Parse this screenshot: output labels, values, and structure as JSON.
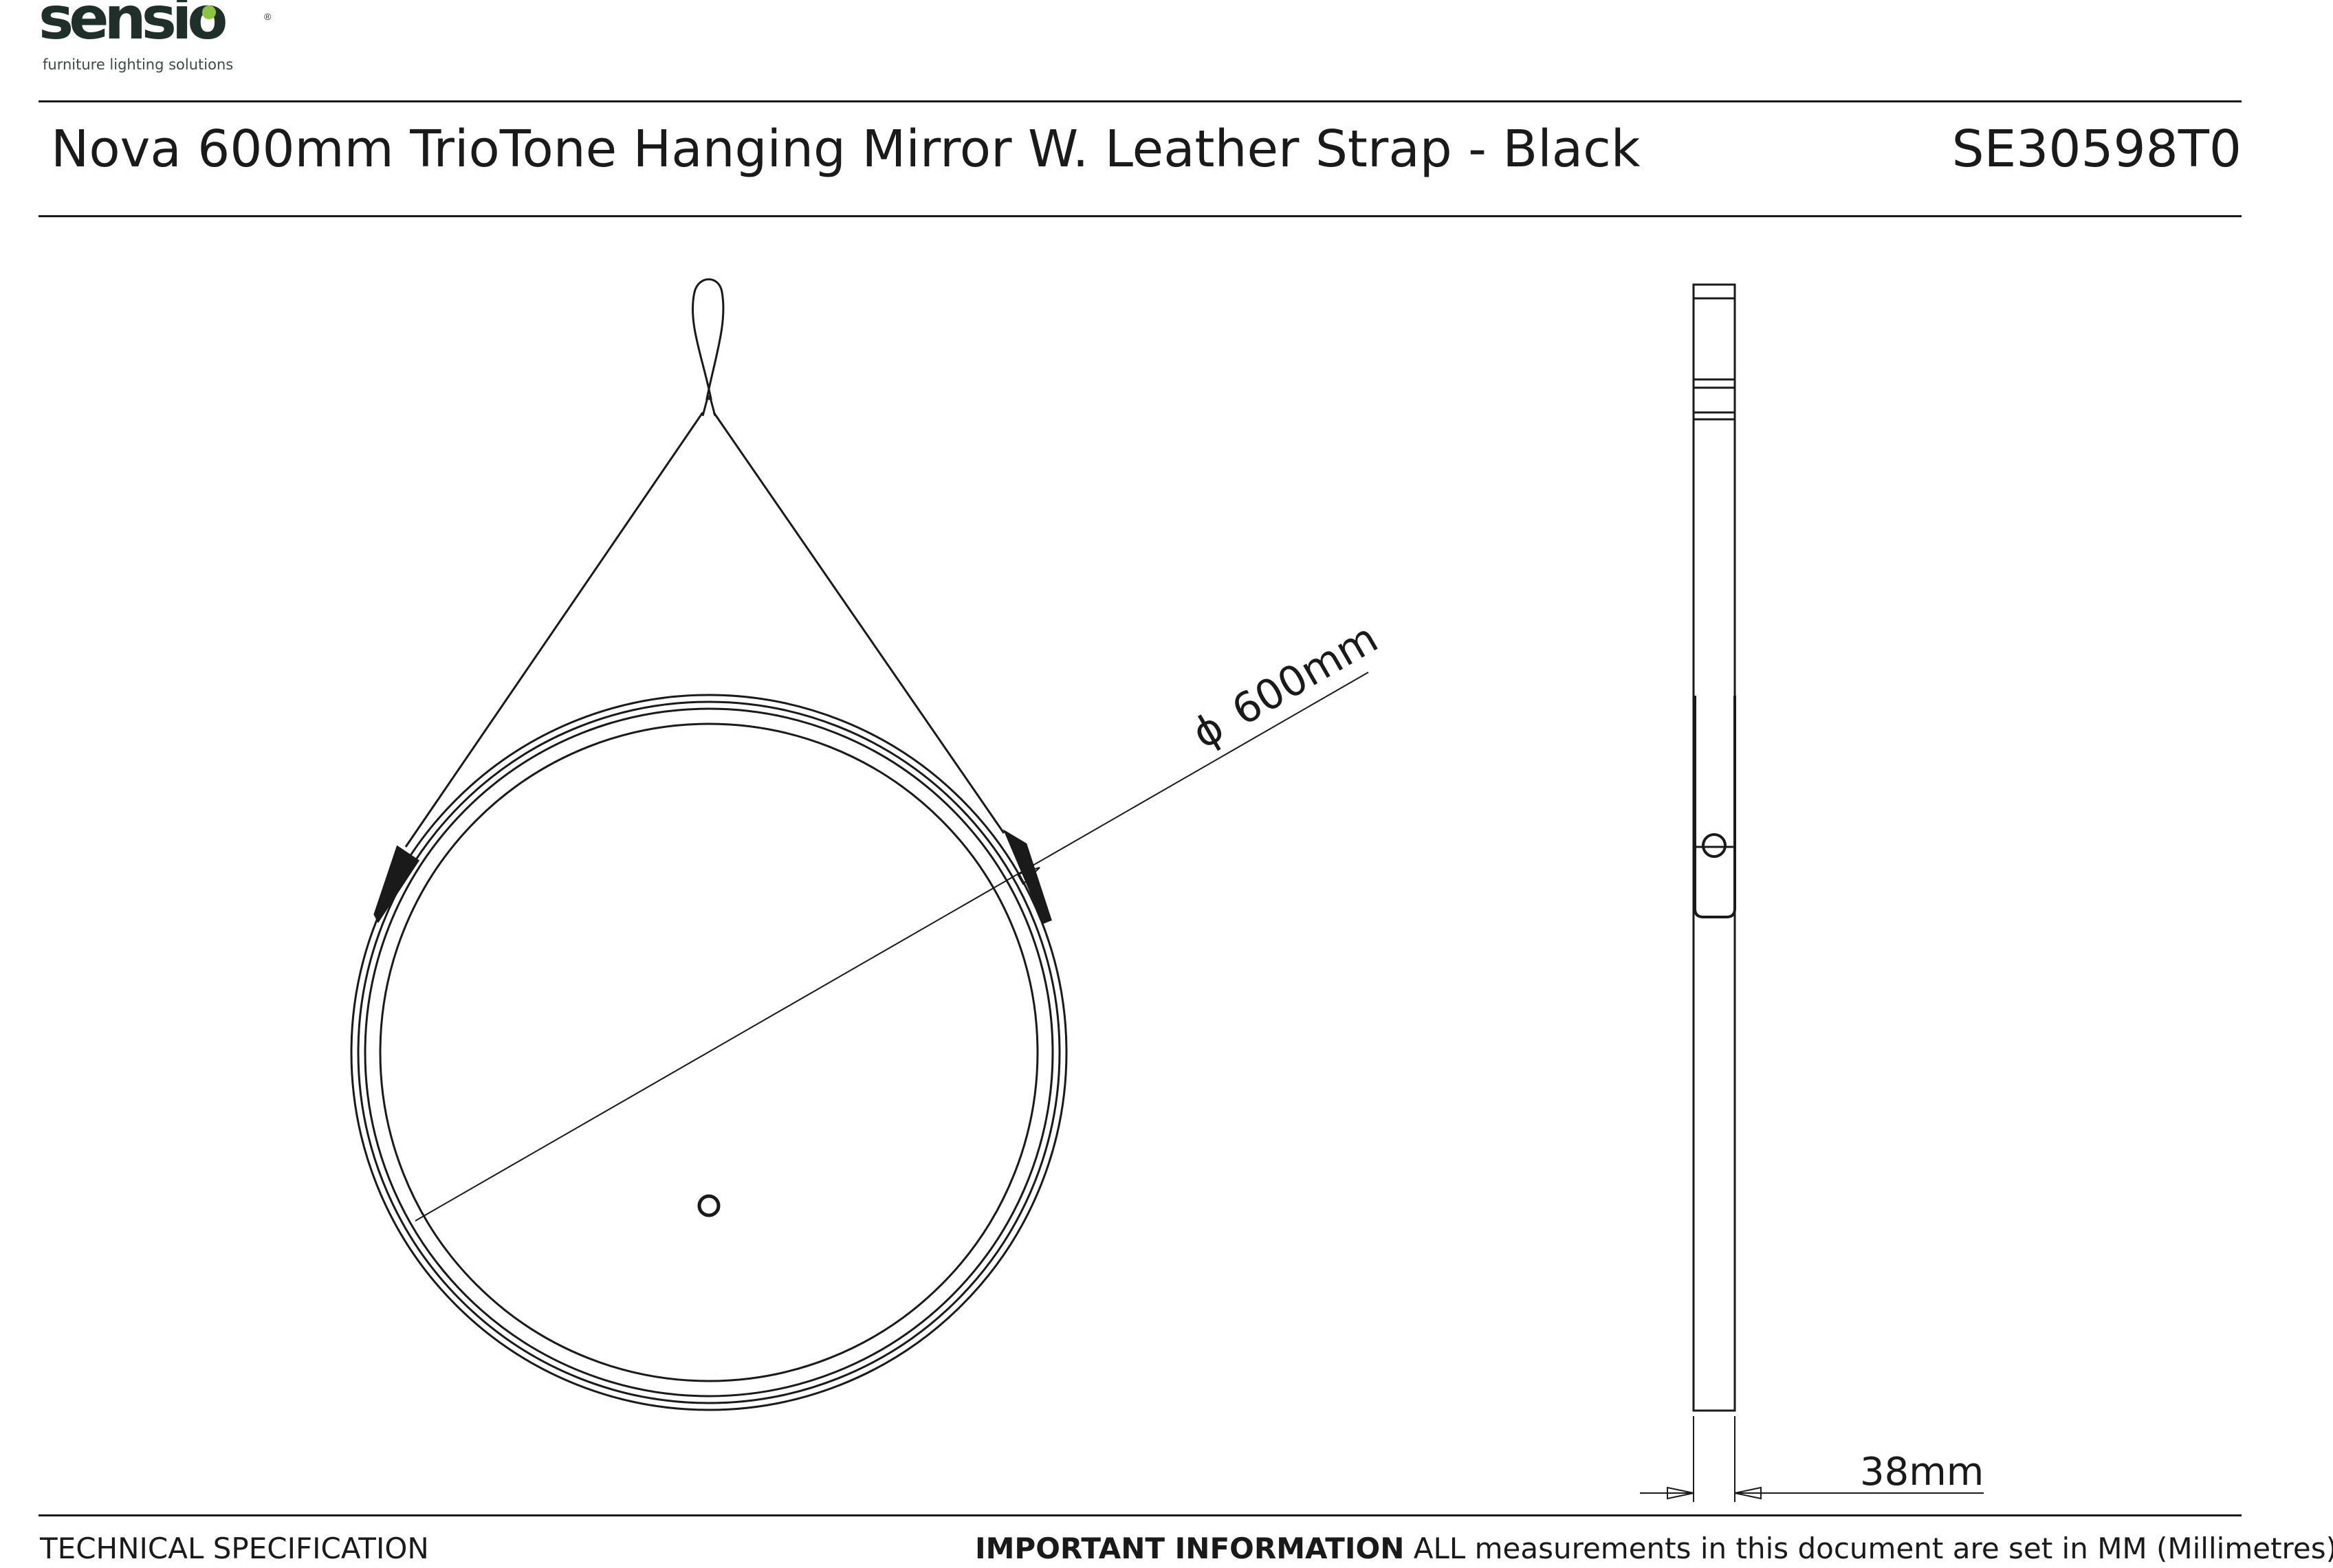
{
  "brand": {
    "name": "sensio",
    "registered_mark": "®",
    "tagline": "furniture lighting solutions",
    "accent_color": "#8cc63f"
  },
  "header": {
    "product_title": "Nova 600mm TrioTone Hanging Mirror W. Leather Strap - Black",
    "product_code": "SE30598T0"
  },
  "drawing": {
    "front_view": {
      "diameter_label": "600mm",
      "diameter_symbol": "ϕ"
    },
    "side_view": {
      "depth_label": "38mm"
    }
  },
  "footer": {
    "section_label": "TECHNICAL SPECIFICATION",
    "notice_heading": "IMPORTANT INFORMATION",
    "notice_text": " ALL measurements in this document are set in MM (Millimetres)"
  }
}
